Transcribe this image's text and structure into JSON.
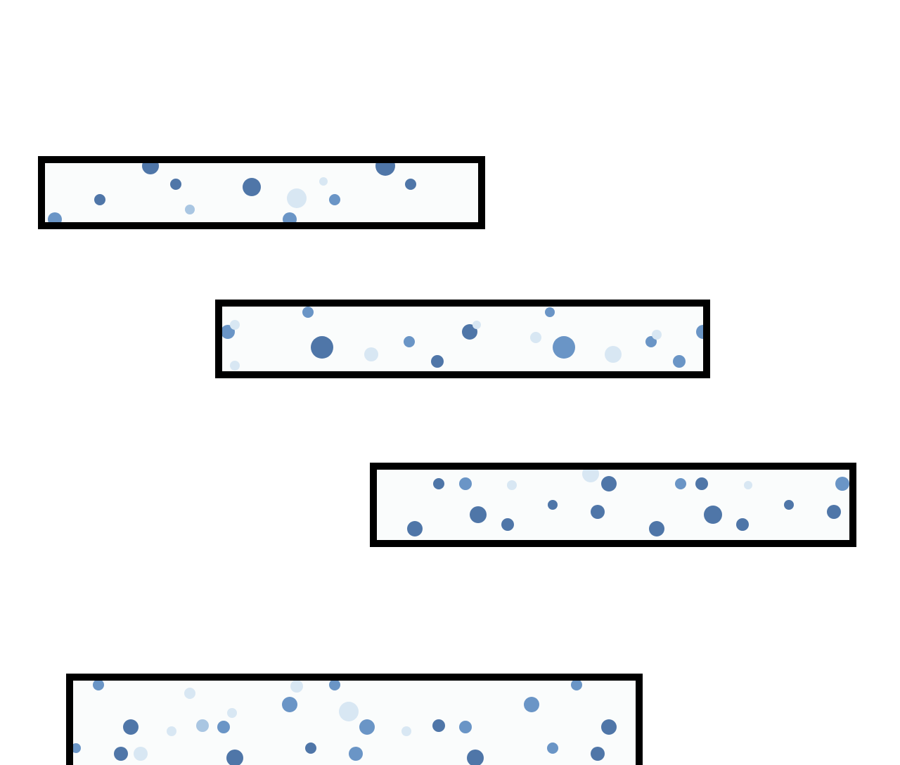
{
  "colors": {
    "background": "#ffffff",
    "frame": "#000000",
    "panel_fill": "#fafcfc",
    "dot_dark": "#4f76a8",
    "dot_mid": "#6a95c6",
    "dot_light": "#a9c6e2",
    "dot_pale": "#d8e7f3"
  },
  "panels": [
    {
      "pattern": "polka-dot"
    },
    {
      "pattern": "polka-dot"
    },
    {
      "pattern": "polka-dot"
    },
    {
      "pattern": "polka-dot"
    }
  ]
}
